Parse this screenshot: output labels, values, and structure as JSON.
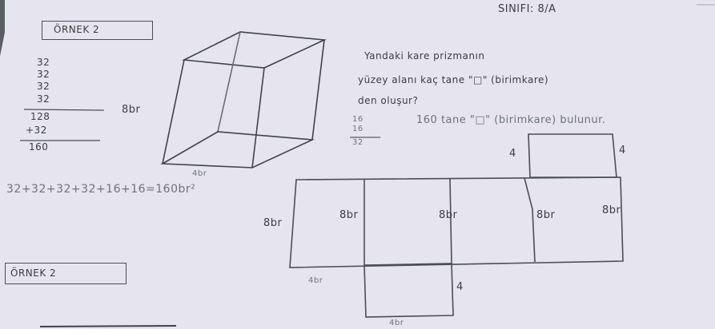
{
  "header": {
    "class_label": "SINIFI: 8/A"
  },
  "example1": {
    "title": "ÖRNEK 2",
    "column_sum": [
      "32",
      "32",
      "32",
      "32",
      "128",
      "+32",
      "160"
    ],
    "edge_label": "8br",
    "prism_base_label": "4br",
    "sum_equation": "32+32+32+32+16+16=160br²",
    "question": [
      "Yandaki kare prizmanın",
      "yüzey alanı kaç tane \"□\" (birimkare)",
      "den oluşur?"
    ],
    "mini_calc": [
      "16",
      "16",
      "32"
    ],
    "answer": "160 tane \"□\" (birimkare) bulunur.",
    "net_labels": {
      "top_left": "4",
      "top_right": "4",
      "face1": "8br",
      "face2": "8br",
      "face3": "8br",
      "face4": "8br",
      "face5": "8br",
      "bottom_width": "4br",
      "bottom_side": "4",
      "bottom_base": "4br"
    }
  },
  "example2": {
    "title": "ÖRNEK 2"
  }
}
